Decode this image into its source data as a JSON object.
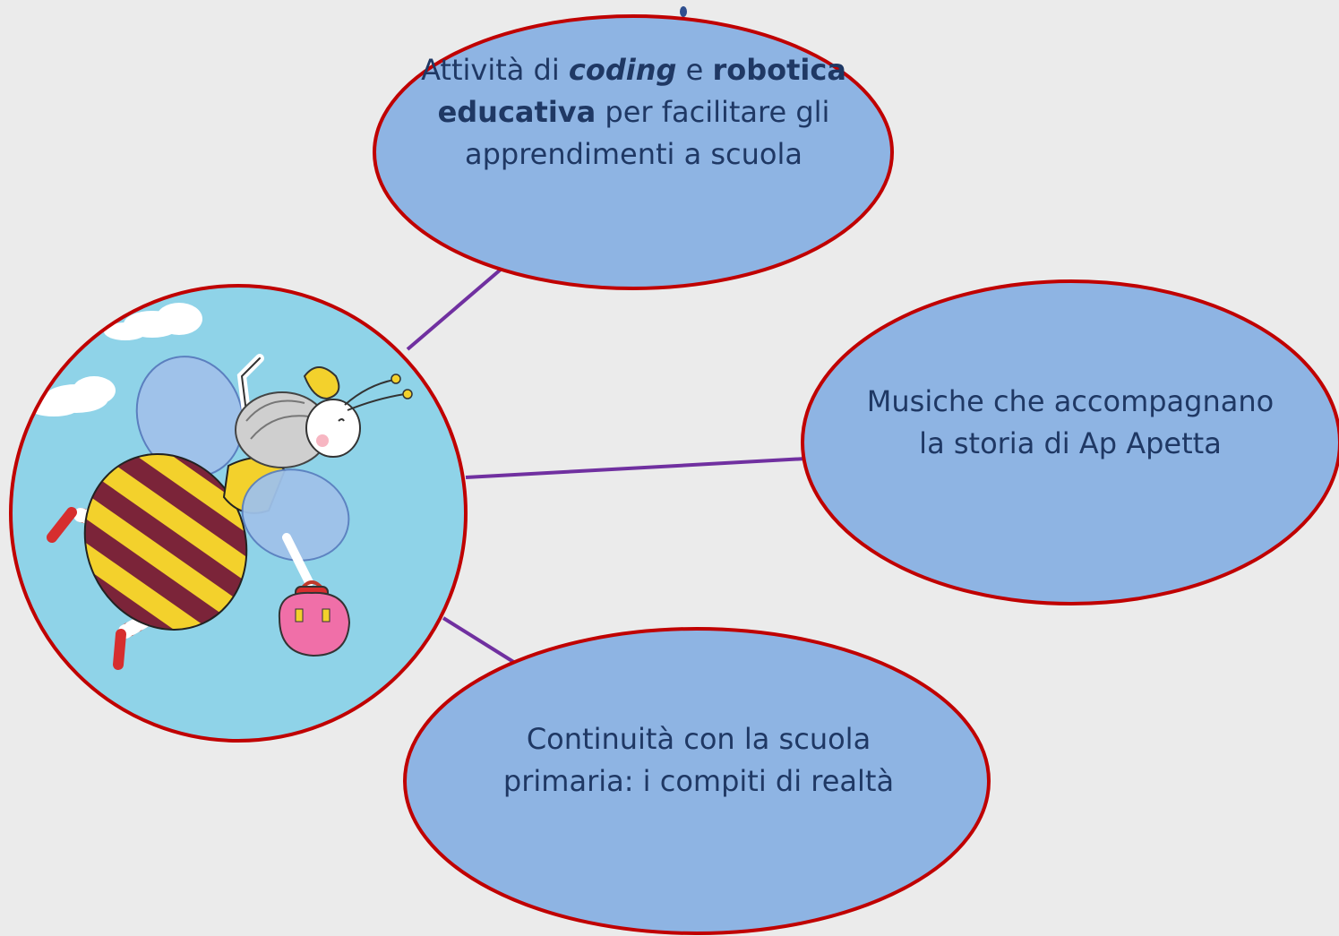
{
  "colors": {
    "background": "#ebebeb",
    "node_fill": "#8eb4e3",
    "node_border": "#c00000",
    "connector": "#7030a0",
    "text": "#1f3864",
    "sky": "#8fd3e8",
    "cloud": "#ffffff",
    "stripe_dark": "#7b2439",
    "stripe_yellow": "#f3d12c",
    "wing": "#9fc2ea",
    "bag": "#f06fa8"
  },
  "nodes": {
    "top": {
      "pre": "Attività di ",
      "em": "coding",
      "mid": " e ",
      "strong": "robotica educativa",
      "post": " per facilitare gli apprendimenti a scuola"
    },
    "right": {
      "text": "Musiche che accompagnano la storia di Ap Apetta"
    },
    "bottom": {
      "text": "Continuità con la scuola primaria: i compiti di realtà"
    }
  },
  "central_image": {
    "icon": "bee-girl-illustration"
  }
}
